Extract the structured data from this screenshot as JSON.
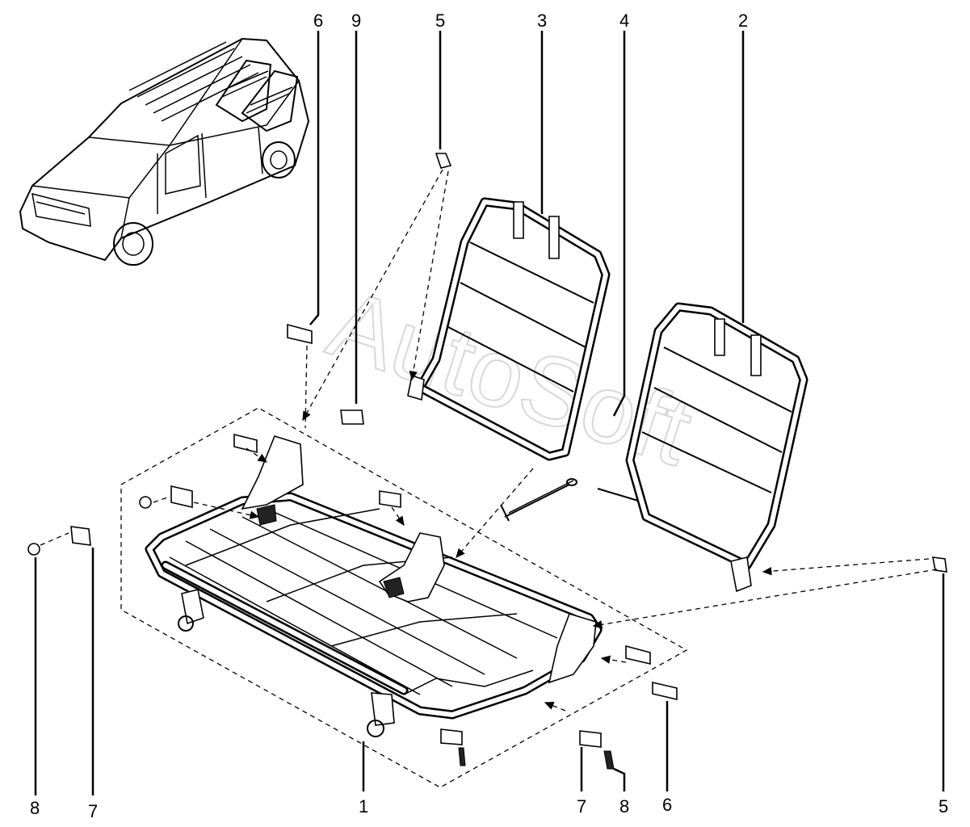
{
  "watermark": "AutoSoft",
  "callouts": {
    "c1": "1",
    "c2": "2",
    "c3": "3",
    "c4": "4",
    "c5_top": "5",
    "c5_right": "5",
    "c6_top": "6",
    "c6_bottom": "6",
    "c7_left": "7",
    "c7_bottom": "7",
    "c8_left": "8",
    "c8_bottom": "8",
    "c9": "9"
  }
}
